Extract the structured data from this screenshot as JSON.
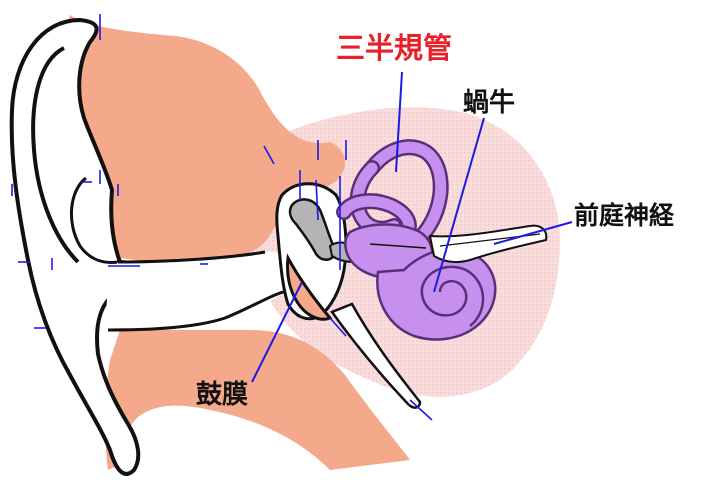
{
  "labels": {
    "semicircular_canals": "三半規管",
    "cochlea": "蝸牛",
    "vestibular_nerve": "前庭神経",
    "eardrum": "鼓膜"
  },
  "colors": {
    "skin": "#f4a98a",
    "skin_light": "#f8cfc0",
    "inner_ear": "#c890ee",
    "inner_ear_stroke": "#5a2f7a",
    "ossicle": "#b4b4b4",
    "bone_halo": "#f6dde0",
    "leader_line": "#1a1ae6",
    "label_highlight": "#e8202a",
    "label_default": "#111111",
    "outline": "#111111"
  }
}
